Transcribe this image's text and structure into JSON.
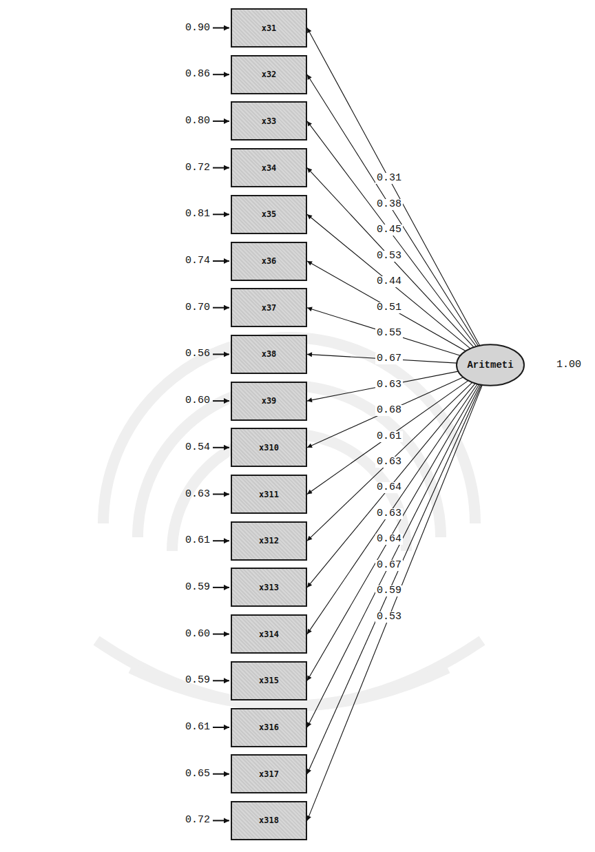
{
  "diagram": {
    "nodes": [
      {
        "text": [
          "x31"
        ]
      },
      {
        "text": [
          "x32"
        ]
      },
      {
        "text": [
          "x33"
        ]
      },
      {
        "text": [
          "x34"
        ]
      },
      {
        "text": [
          "x35"
        ]
      },
      {
        "text": [
          "x36"
        ]
      },
      {
        "text": [
          "x37"
        ]
      },
      {
        "text": [
          "x38"
        ]
      },
      {
        "text": [
          "x39"
        ]
      },
      {
        "text": [
          "x310"
        ]
      },
      {
        "text": [
          "x311"
        ]
      },
      {
        "text": [
          "x312"
        ]
      },
      {
        "text": [
          "x313"
        ]
      },
      {
        "text": [
          "x314"
        ]
      },
      {
        "text": [
          "x315"
        ]
      },
      {
        "text": [
          "x316"
        ]
      },
      {
        "text": [
          "x317"
        ]
      },
      {
        "text": [
          "x318"
        ]
      },
      {
        "text": [
          "Aritmeti"
        ]
      }
    ],
    "edges": [
      {
        "from": 18,
        "to": 0,
        "arrow": "to",
        "label": "0.31"
      },
      {
        "from": 18,
        "to": 1,
        "arrow": "to",
        "label": "0.38"
      },
      {
        "from": 18,
        "to": 2,
        "arrow": "to",
        "label": "0.45"
      },
      {
        "from": 18,
        "to": 3,
        "arrow": "to",
        "label": "0.53"
      },
      {
        "from": 18,
        "to": 4,
        "arrow": "to",
        "label": "0.44"
      },
      {
        "from": 18,
        "to": 5,
        "arrow": "to",
        "label": "0.51"
      },
      {
        "from": 18,
        "to": 6,
        "arrow": "to",
        "label": "0.55"
      },
      {
        "from": 18,
        "to": 7,
        "arrow": "to",
        "label": "0.67"
      },
      {
        "from": 18,
        "to": 8,
        "arrow": "to",
        "label": "0.63"
      },
      {
        "from": 18,
        "to": 9,
        "arrow": "to",
        "label": "0.68"
      },
      {
        "from": 18,
        "to": 10,
        "arrow": "to",
        "label": "0.61"
      },
      {
        "from": 18,
        "to": 11,
        "arrow": "to",
        "label": "0.63"
      },
      {
        "from": 18,
        "to": 12,
        "arrow": "to",
        "label": "0.64"
      },
      {
        "from": 18,
        "to": 13,
        "arrow": "to",
        "label": "0.63"
      },
      {
        "from": 18,
        "to": 14,
        "arrow": "to",
        "label": "0.64"
      },
      {
        "from": 18,
        "to": 15,
        "arrow": "to",
        "label": "0.67"
      },
      {
        "from": 18,
        "to": 16,
        "arrow": "to",
        "label": "0.59"
      },
      {
        "from": 18,
        "to": 17,
        "arrow": "to",
        "label": "0.53"
      }
    ],
    "labels": [
      "0.90",
      "0.86",
      "0.80",
      "0.72",
      "0.81",
      "0.74",
      "0.70",
      "0.56",
      "0.60",
      "0.54",
      "0.63",
      "0.61",
      "0.59",
      "0.60",
      "0.59",
      "0.61",
      "0.65",
      "0.72",
      "1.00"
    ]
  }
}
